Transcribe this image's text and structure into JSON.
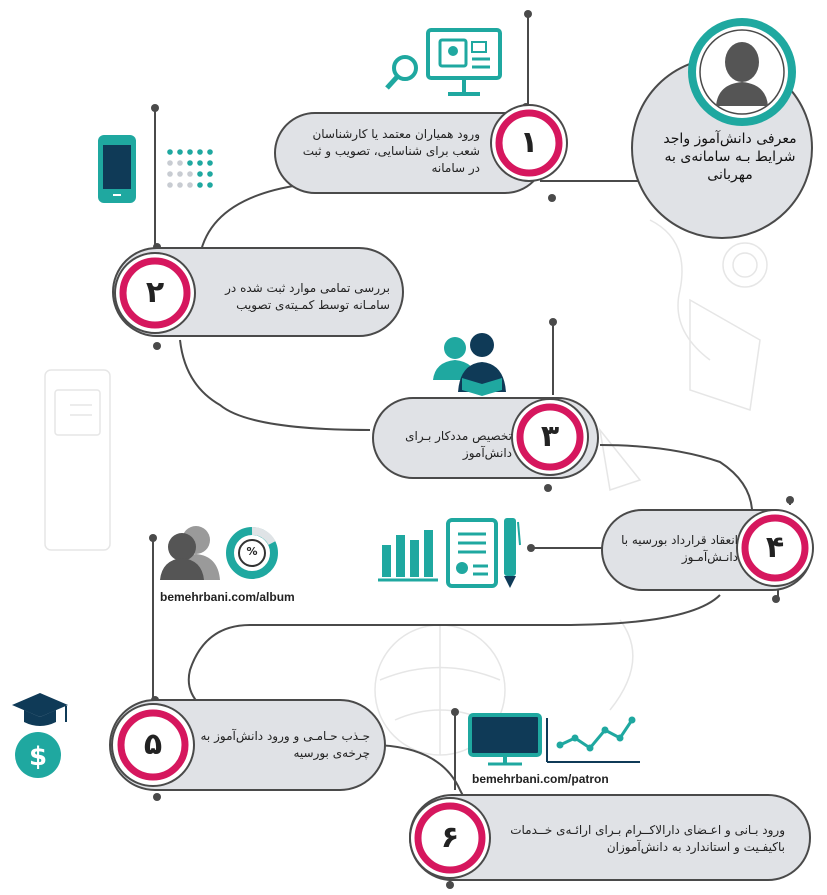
{
  "intro": {
    "text": "معرفی دانش‌آموز واجد شرایط بـه سامانه‌ی به مهربانی"
  },
  "steps": [
    {
      "number": "۱",
      "text": "ورود همیاران معتمد یا کارشناسان شعب برای شناسایی، تصویب و ثبت در سامانه"
    },
    {
      "number": "۲",
      "text": "بررسی تمامی موارد ثبت شده در سامـانه توسط کمـیته‌ی تصویب"
    },
    {
      "number": "۳",
      "text": "تخصیص مددکار بـرای دانش‌آموز"
    },
    {
      "number": "۴",
      "text": "انعقاد قرارداد بورسیه با دانـش‌آمـوز"
    },
    {
      "number": "۵",
      "text": "جـذب حـامـی و ورود دانش‌آموز به چرخه‌ی بورسیه"
    },
    {
      "number": "۶",
      "text": "ورود بـانی و اعـضای دارالاکــرام بـرای ارائـه‌ی خــدمات باکیفـیت و استاندارد به دانش‌آموزان"
    }
  ],
  "links": {
    "album": "bemehrbani.com/album",
    "patron": "bemehrbani.com/patron"
  },
  "percent_symbol": "%",
  "colors": {
    "ring": "#d6175e",
    "teal": "#1fa8a0",
    "navy": "#0f3a57",
    "pill": "#e0e2e6",
    "line": "#4a4a4a"
  },
  "icons": [
    "search-computer-icon",
    "smartphone-icon",
    "dot-grid-icon",
    "reading-people-icon",
    "bar-chart-icon",
    "contract-icon",
    "pen-icon",
    "user-group-icon",
    "percent-donut-icon",
    "graduation-money-icon",
    "monitor-icon",
    "line-chart-icon",
    "student-avatar-icon"
  ]
}
